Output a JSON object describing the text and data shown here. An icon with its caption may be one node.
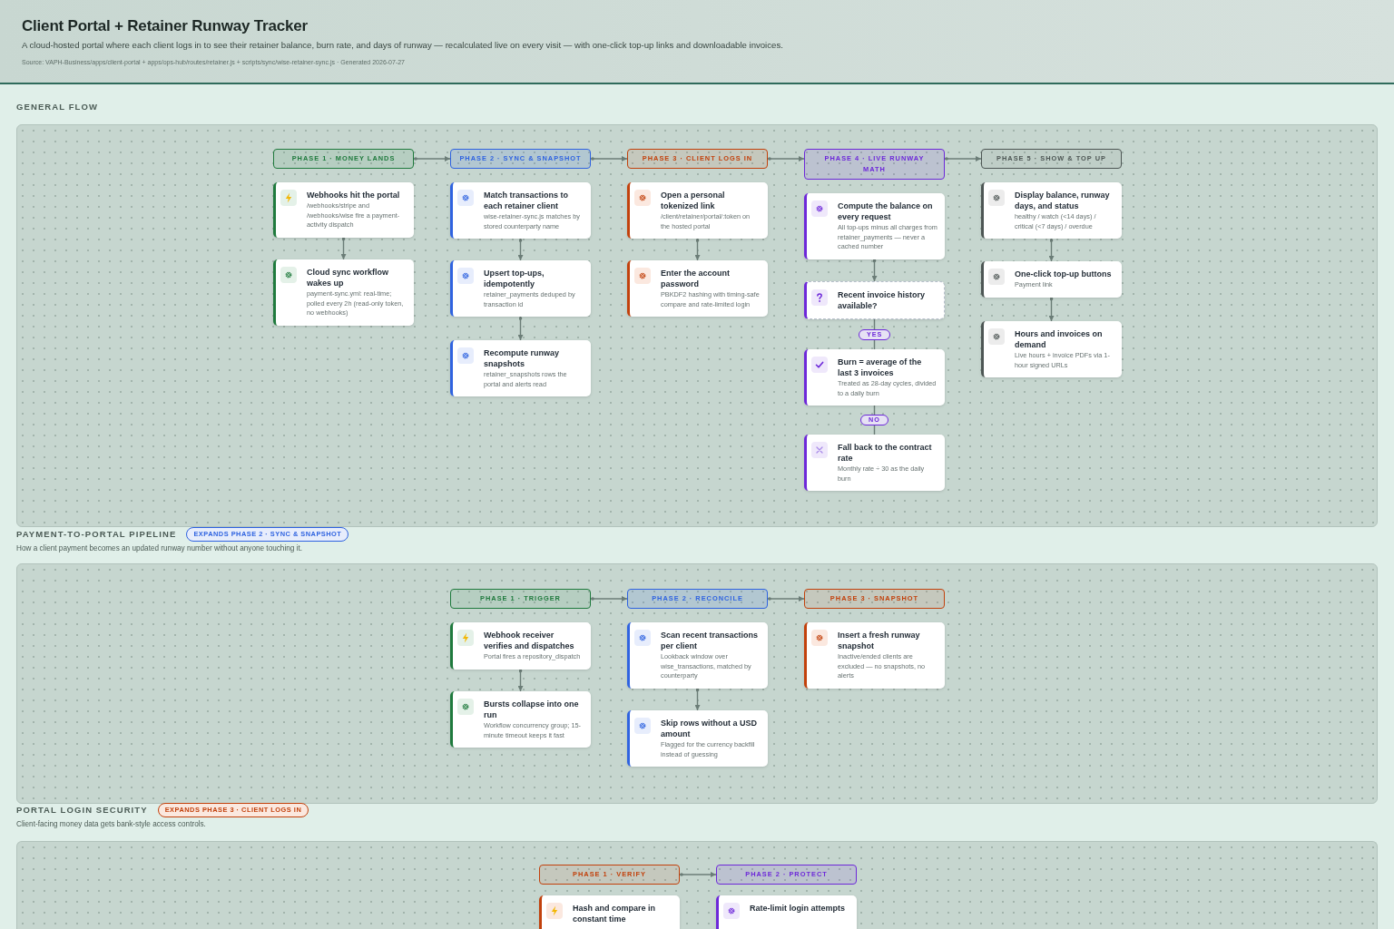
{
  "diagram": {
    "title": "Client Portal + Retainer Runway Tracker",
    "nodes": [
      {
        "text": [
          "GENERAL FLOW"
        ]
      },
      {
        "text": [
          "PHASE 1 · MONEY LANDS"
        ],
        "in": 0
      },
      {
        "text": [
          "PHASE 2 · SYNC & SNAPSHOT"
        ],
        "in": 0
      },
      {
        "text": [
          "PHASE 3 · CLIENT LOGS IN"
        ],
        "in": 0
      },
      {
        "text": [
          "PHASE 4 · LIVE RUNWAY MATH"
        ],
        "in": 0
      },
      {
        "text": [
          "PHASE 5 · SHOW & TOP UP"
        ],
        "in": 0
      },
      {
        "text": [
          "Webhooks hit the portal",
          "/webhooks/stripe and /webhooks/wise fire a payment-activity dispatch"
        ],
        "in": 0
      },
      {
        "text": [
          "Cloud sync workflow wakes up",
          "payment-sync.yml: real-time; polled every 2h (read-only token, no webhooks)"
        ],
        "in": 0
      },
      {
        "text": [
          "Match transactions to each retainer client",
          "wise-retainer-sync.js matches by stored counterparty name"
        ],
        "in": 0
      },
      {
        "text": [
          "Upsert top-ups, idempotently",
          "retainer_payments deduped by transaction id"
        ],
        "in": 0
      },
      {
        "text": [
          "Recompute runway snapshots",
          "retainer_snapshots rows the portal and alerts read"
        ],
        "in": 0
      },
      {
        "text": [
          "Open a personal tokenized link",
          "/client/retainer/portal/:token on the hosted portal"
        ],
        "in": 0
      },
      {
        "text": [
          "Enter the account password",
          "PBKDF2 hashing with timing-safe compare and rate-limited login"
        ],
        "in": 0
      },
      {
        "text": [
          "Compute the balance on every request",
          "All top-ups minus all charges from retainer_payments — never a cached number"
        ],
        "in": 0
      },
      {
        "text": [
          "Recent invoice history available?"
        ],
        "in": 0
      },
      {
        "text": [
          "Burn = average of the last 3 invoices",
          "Treated as 28-day cycles, divided to a daily burn"
        ],
        "in": 0
      },
      {
        "text": [
          "Fall back to the contract rate",
          "Monthly rate ÷ 30 as the daily burn"
        ],
        "in": 0
      },
      {
        "text": [
          "Display balance, runway days, and status",
          "healthy / watch (<14 days) / critical (<7 days) / overdue"
        ],
        "in": 0
      },
      {
        "text": [
          "One-click top-up buttons",
          "Payment link"
        ],
        "in": 0
      },
      {
        "text": [
          "Hours and invoices on demand",
          "Live hours + invoice PDFs via 1-hour signed URLs"
        ],
        "in": 0
      },
      {
        "text": [
          "PAYMENT-TO-PORTAL PIPELINE",
          "How a client payment becomes an updated runway number without anyone touching it."
        ]
      },
      {
        "text": [
          "EXPANDS PHASE 2 · SYNC & SNAPSHOT"
        ]
      },
      {
        "text": [
          "PHASE 1 · TRIGGER"
        ],
        "in": 20
      },
      {
        "text": [
          "PHASE 2 · RECONCILE"
        ],
        "in": 20
      },
      {
        "text": [
          "PHASE 3 · SNAPSHOT"
        ],
        "in": 20
      },
      {
        "text": [
          "Webhook receiver verifies and dispatches",
          "Portal fires a repository_dispatch"
        ],
        "in": 20
      },
      {
        "text": [
          "Bursts collapse into one run",
          "Workflow concurrency group; 15-minute timeout keeps it fast"
        ],
        "in": 20
      },
      {
        "text": [
          "Scan recent transactions per client",
          "Lookback window over wise_transactions, matched by counterparty"
        ],
        "in": 20
      },
      {
        "text": [
          "Skip rows without a USD amount",
          "Flagged for the currency backfill instead of guessing"
        ],
        "in": 20
      },
      {
        "text": [
          "Insert a fresh runway snapshot",
          "Inactive/ended clients are excluded — no snapshots, no alerts"
        ],
        "in": 20
      },
      {
        "text": [
          "PORTAL LOGIN SECURITY",
          "Client-facing money data gets bank-style access controls."
        ]
      },
      {
        "text": [
          "EXPANDS PHASE 3 · CLIENT LOGS IN"
        ]
      },
      {
        "text": [
          "PHASE 1 · VERIFY"
        ],
        "in": 30
      },
      {
        "text": [
          "PHASE 2 · PROTECT"
        ],
        "in": 30
      },
      {
        "text": [
          "Hash and compare in constant time"
        ],
        "in": 30
      },
      {
        "text": [
          "Rate-limit login attempts"
        ],
        "in": 30
      }
    ],
    "edges": [
      {
        "from": 1,
        "to": 2,
        "arrow": "to"
      },
      {
        "from": 2,
        "to": 3,
        "arrow": "to"
      },
      {
        "from": 3,
        "to": 4,
        "arrow": "to"
      },
      {
        "from": 4,
        "to": 5,
        "arrow": "to"
      },
      {
        "from": 6,
        "to": 7,
        "arrow": "to"
      },
      {
        "from": 8,
        "to": 9,
        "arrow": "to"
      },
      {
        "from": 9,
        "to": 10,
        "arrow": "to"
      },
      {
        "from": 11,
        "to": 12,
        "arrow": "to"
      },
      {
        "from": 13,
        "to": 14,
        "arrow": "to"
      },
      {
        "from": 14,
        "to": 15,
        "arrow": "none",
        "label": "YES"
      },
      {
        "from": 15,
        "to": 16,
        "arrow": "none",
        "label": "NO"
      },
      {
        "from": 17,
        "to": 18,
        "arrow": "to"
      },
      {
        "from": 18,
        "to": 19,
        "arrow": "to"
      },
      {
        "from": 22,
        "to": 23,
        "arrow": "to"
      },
      {
        "from": 23,
        "to": 24,
        "arrow": "to"
      },
      {
        "from": 25,
        "to": 26,
        "arrow": "to"
      },
      {
        "from": 27,
        "to": 28,
        "arrow": "to"
      },
      {
        "from": 32,
        "to": 33,
        "arrow": "to"
      }
    ],
    "labels": [
      "A cloud-hosted portal where each client logs in to see their retainer balance, burn rate, and days of runway — recalculated live on every visit — with one-click top-up links and downloadable invoices.",
      "Source: VAPH-Business/apps/client-portal + apps/ops-hub/routes/retainer.js + scripts/sync/wise-retainer-sync.js · Generated 2026-07-27"
    ]
  }
}
